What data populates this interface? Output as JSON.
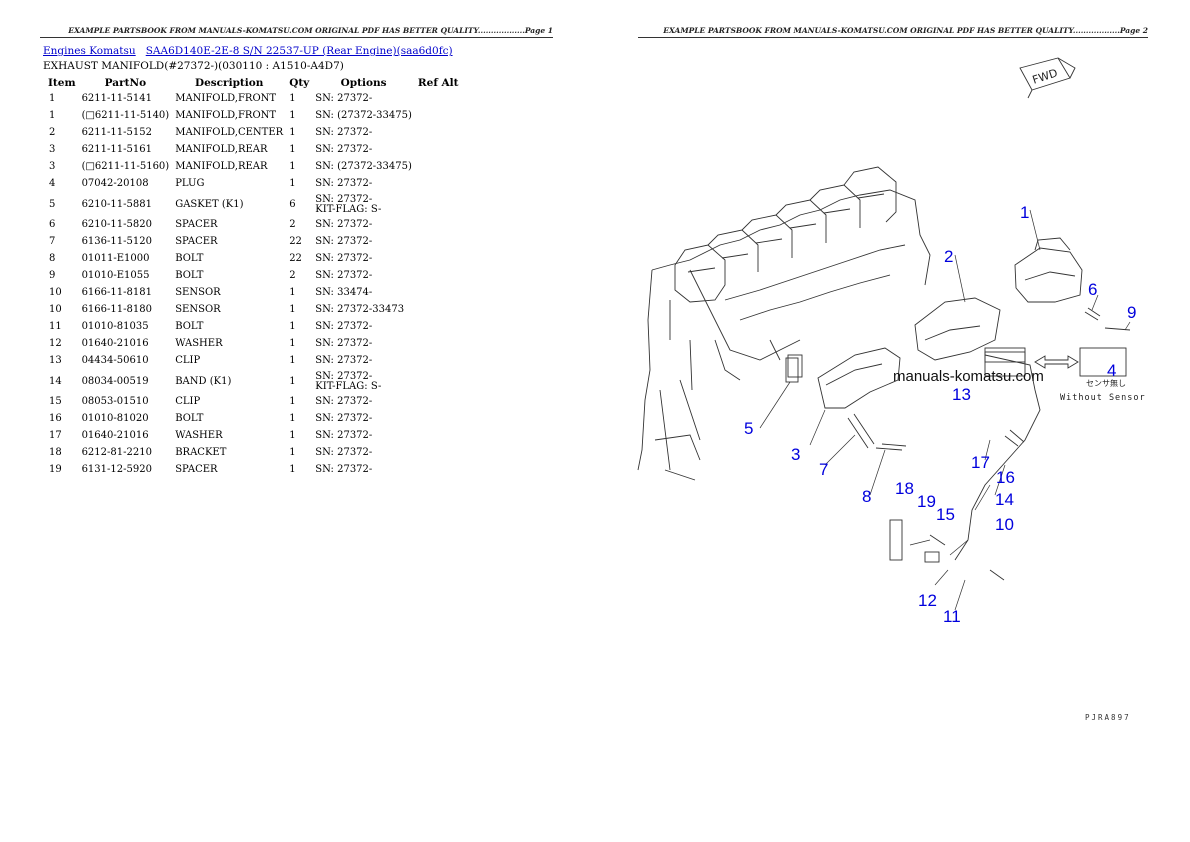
{
  "header": {
    "page1": "EXAMPLE PARTSBOOK FROM MANUALS-KOMATSU.COM ORIGINAL PDF HAS BETTER QUALITY..................Page 1",
    "page2": "EXAMPLE PARTSBOOK FROM MANUALS-KOMATSU.COM ORIGINAL PDF HAS BETTER QUALITY..................Page 2"
  },
  "breadcrumb": {
    "link1": "Engines Komatsu",
    "link2": "SAA6D140E-2E-8 S/N 22537-UP (Rear Engine)(saa6d0fc)"
  },
  "subtitle": "EXHAUST MANIFOLD(#27372-)(030110 : A1510-A4D7)",
  "table": {
    "columns": [
      "Item",
      "PartNo",
      "Description",
      "Qty",
      "Options",
      "Ref Alt"
    ],
    "rows": [
      {
        "item": "1",
        "part": "6211-11-5141",
        "desc": "MANIFOLD,FRONT",
        "qty": "1",
        "opt": "SN: 27372-",
        "opt2": ""
      },
      {
        "item": "1",
        "part": "(□6211-11-5140)",
        "desc": "MANIFOLD,FRONT",
        "qty": "1",
        "opt": "SN: (27372-33475)",
        "opt2": ""
      },
      {
        "item": "2",
        "part": "6211-11-5152",
        "desc": "MANIFOLD,CENTER",
        "qty": "1",
        "opt": "SN: 27372-",
        "opt2": ""
      },
      {
        "item": "3",
        "part": "6211-11-5161",
        "desc": "MANIFOLD,REAR",
        "qty": "1",
        "opt": "SN: 27372-",
        "opt2": ""
      },
      {
        "item": "3",
        "part": "(□6211-11-5160)",
        "desc": "MANIFOLD,REAR",
        "qty": "1",
        "opt": "SN: (27372-33475)",
        "opt2": ""
      },
      {
        "item": "4",
        "part": "07042-20108",
        "desc": "PLUG",
        "qty": "1",
        "opt": "SN: 27372-",
        "opt2": ""
      },
      {
        "item": "5",
        "part": "6210-11-5881",
        "desc": "GASKET (K1)",
        "qty": "6",
        "opt": "SN: 27372-",
        "opt2": "KIT-FLAG: S-"
      },
      {
        "item": "6",
        "part": "6210-11-5820",
        "desc": "SPACER",
        "qty": "2",
        "opt": "SN: 27372-",
        "opt2": ""
      },
      {
        "item": "7",
        "part": "6136-11-5120",
        "desc": "SPACER",
        "qty": "22",
        "opt": "SN: 27372-",
        "opt2": ""
      },
      {
        "item": "8",
        "part": "01011-E1000",
        "desc": "BOLT",
        "qty": "22",
        "opt": "SN: 27372-",
        "opt2": ""
      },
      {
        "item": "9",
        "part": "01010-E1055",
        "desc": "BOLT",
        "qty": "2",
        "opt": "SN: 27372-",
        "opt2": ""
      },
      {
        "item": "10",
        "part": "6166-11-8181",
        "desc": "SENSOR",
        "qty": "1",
        "opt": "SN: 33474-",
        "opt2": ""
      },
      {
        "item": "10",
        "part": "6166-11-8180",
        "desc": "SENSOR",
        "qty": "1",
        "opt": "SN: 27372-33473",
        "opt2": ""
      },
      {
        "item": "11",
        "part": "01010-81035",
        "desc": "BOLT",
        "qty": "1",
        "opt": "SN: 27372-",
        "opt2": ""
      },
      {
        "item": "12",
        "part": "01640-21016",
        "desc": "WASHER",
        "qty": "1",
        "opt": "SN: 27372-",
        "opt2": ""
      },
      {
        "item": "13",
        "part": "04434-50610",
        "desc": "CLIP",
        "qty": "1",
        "opt": "SN: 27372-",
        "opt2": ""
      },
      {
        "item": "14",
        "part": "08034-00519",
        "desc": "BAND (K1)",
        "qty": "1",
        "opt": "SN: 27372-",
        "opt2": "KIT-FLAG: S-"
      },
      {
        "item": "15",
        "part": "08053-01510",
        "desc": "CLIP",
        "qty": "1",
        "opt": "SN: 27372-",
        "opt2": ""
      },
      {
        "item": "16",
        "part": "01010-81020",
        "desc": "BOLT",
        "qty": "1",
        "opt": "SN: 27372-",
        "opt2": ""
      },
      {
        "item": "17",
        "part": "01640-21016",
        "desc": "WASHER",
        "qty": "1",
        "opt": "SN: 27372-",
        "opt2": ""
      },
      {
        "item": "18",
        "part": "6212-81-2210",
        "desc": "BRACKET",
        "qty": "1",
        "opt": "SN: 27372-",
        "opt2": ""
      },
      {
        "item": "19",
        "part": "6131-12-5920",
        "desc": "SPACER",
        "qty": "1",
        "opt": "SN: 27372-",
        "opt2": ""
      }
    ]
  },
  "diagram": {
    "callouts": [
      "1",
      "2",
      "3",
      "4",
      "5",
      "6",
      "7",
      "8",
      "9",
      "10",
      "11",
      "12",
      "13",
      "14",
      "15",
      "16",
      "17",
      "18",
      "19"
    ],
    "fwd_label": "FWD",
    "watermark": "manuals-komatsu.com",
    "without_sensor": "Without Sensor",
    "jp_note": "センサ無し",
    "ref_code": "PJRA897",
    "callout_color": "#0000dd"
  }
}
